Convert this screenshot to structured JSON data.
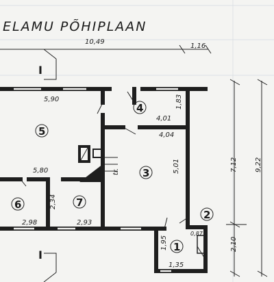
{
  "title": "ELAMU PÕHIPLAAN",
  "section_marks": {
    "top": "I",
    "bottom": "I"
  },
  "dimensions": {
    "total_width": "10,49",
    "extension_width": "1,16",
    "total_height": "9,22",
    "upper_height": "7,12",
    "lower_height": "2,10",
    "room5_width": "5,90",
    "room4_width": "4,01",
    "room4_height": "1,83",
    "room4_lower_width": "4,04",
    "room3_height": "5,01",
    "room5_lower_width": "5,80",
    "room7_height": "2,34",
    "room6_width": "2,98",
    "room7_width": "2,93",
    "room1_height": "1,95",
    "room1_width": "1,35",
    "room2_width": "0,87",
    "stair_label": "tr."
  },
  "rooms": [
    {
      "number": "1"
    },
    {
      "number": "2"
    },
    {
      "number": "3"
    },
    {
      "number": "4"
    },
    {
      "number": "5"
    },
    {
      "number": "6"
    },
    {
      "number": "7"
    }
  ]
}
